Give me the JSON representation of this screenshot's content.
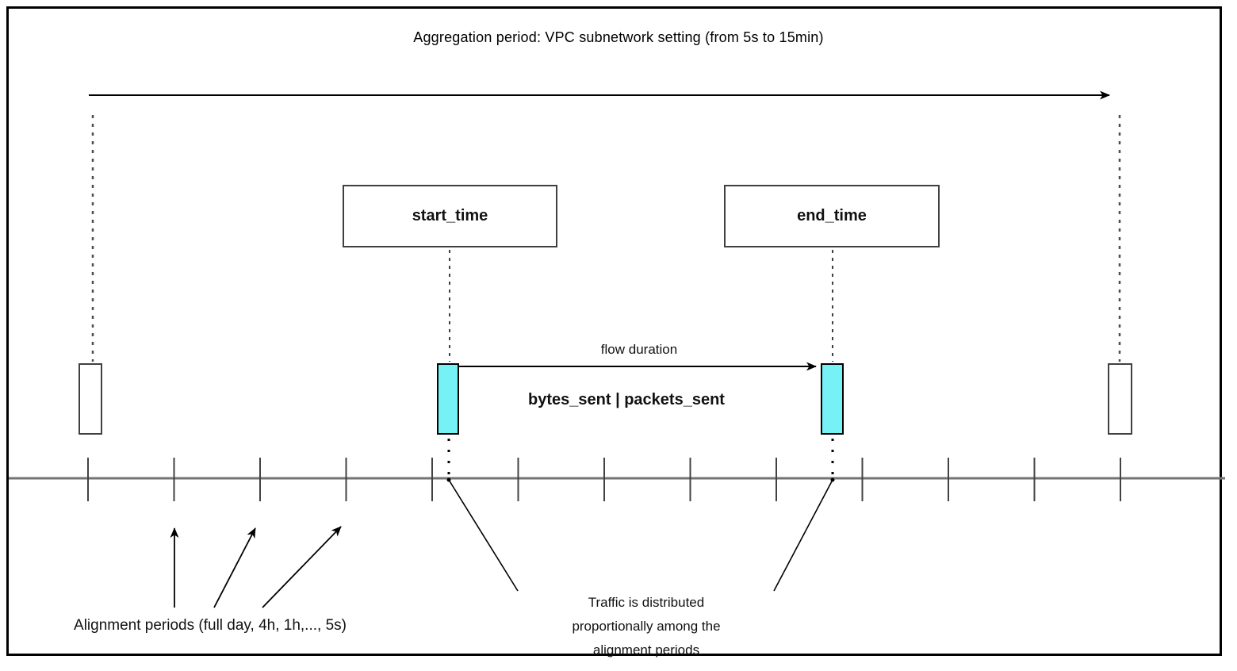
{
  "title": "Aggregation period: VPC subnetwork setting (from 5s to 15min)",
  "boxes": {
    "start_label": "start_time",
    "end_label": "end_time"
  },
  "labels": {
    "flow_duration": "flow duration",
    "metrics": "bytes_sent | packets_sent"
  },
  "annotations": {
    "alignment_periods": "Alignment periods (full day, 4h, 1h,..., 5s)",
    "traffic_note_lines": [
      "Traffic is distributed",
      "proportionally among the",
      "alignment periods"
    ]
  },
  "colors": {
    "highlight_fill": "#76F2F6",
    "timeline_gray": "#737373"
  },
  "timeline": {
    "tick_count": 13,
    "first_tick_x": 111,
    "tick_spacing": 108.5
  }
}
